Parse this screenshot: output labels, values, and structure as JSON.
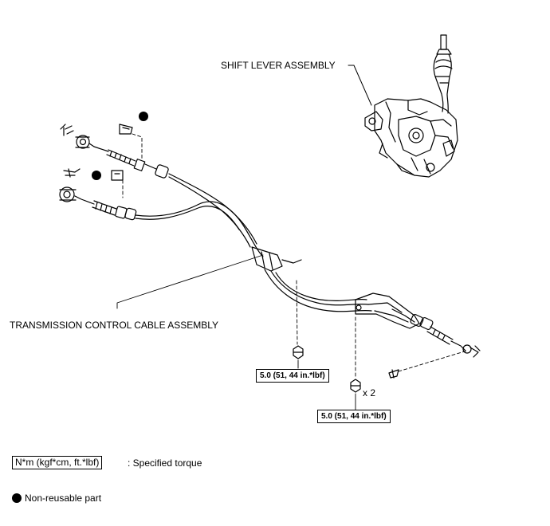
{
  "labels": {
    "shift_lever": "SHIFT LEVER ASSEMBLY",
    "transmission_cable": "TRANSMISSION CONTROL CABLE ASSEMBLY",
    "multiplier": "x 2"
  },
  "torque": {
    "nut_1": "5.0 (51, 44 in.*lbf)",
    "nut_2": "5.0 (51, 44 in.*lbf)"
  },
  "legend": {
    "torque_unit": "N*m (kgf*cm, ft.*lbf)",
    "torque_desc": ": Specified torque",
    "nonreusable_desc": "Non-reusable part"
  },
  "colors": {
    "line": "#000000",
    "background": "#ffffff"
  }
}
